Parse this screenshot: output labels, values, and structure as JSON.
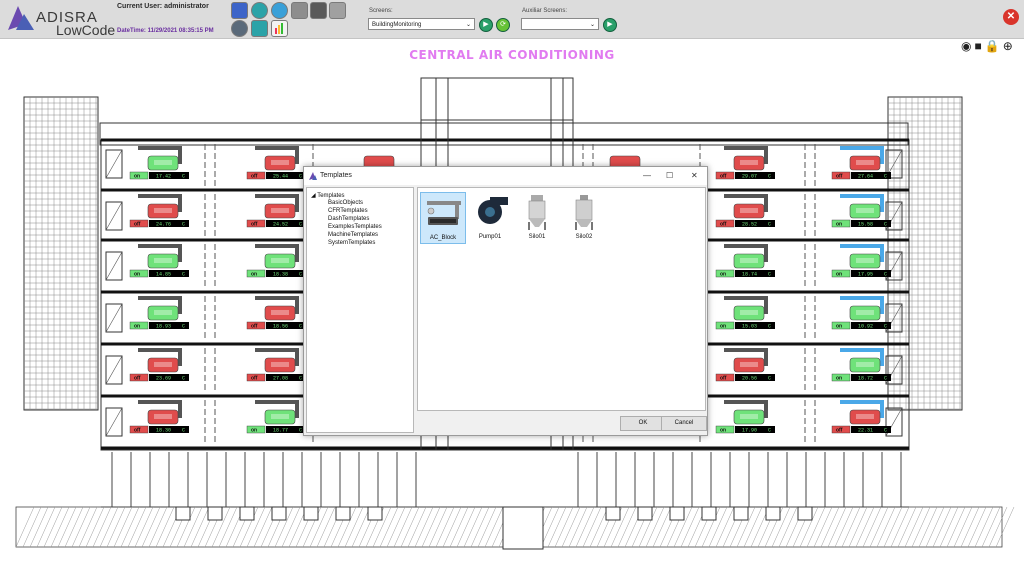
{
  "app": {
    "brand_line1": "ADISRA",
    "brand_line2": "LowCode",
    "current_user": "Current User: administrator",
    "datetime": "DateTime: 11/29/2021 08:35:15 PM"
  },
  "header": {
    "screens_label": "Screens:",
    "screens_value": "BuildingMonitoring",
    "aux_label": "Auxiliar Screens:",
    "aux_value": ""
  },
  "screen": {
    "title": "CENTRAL AIR CONDITIONING"
  },
  "units": [
    {
      "state": "on",
      "temp": "17.42",
      "unit": "C"
    },
    {
      "state": "off",
      "temp": "25.44",
      "unit": "C"
    },
    {
      "state": "off",
      "temp": "29.07",
      "unit": "C"
    },
    {
      "state": "off",
      "temp": "27.64",
      "unit": "C"
    },
    {
      "state": "off",
      "temp": "24.76",
      "unit": "C"
    },
    {
      "state": "off",
      "temp": "24.52",
      "unit": "C"
    },
    {
      "state": "off",
      "temp": "28.52",
      "unit": "C"
    },
    {
      "state": "on",
      "temp": "15.58",
      "unit": "C"
    },
    {
      "state": "on",
      "temp": "14.85",
      "unit": "C"
    },
    {
      "state": "on",
      "temp": "18.38",
      "unit": "C"
    },
    {
      "state": "on",
      "temp": "18.74",
      "unit": "C"
    },
    {
      "state": "on",
      "temp": "17.95",
      "unit": "C"
    },
    {
      "state": "on",
      "temp": "18.93",
      "unit": "C"
    },
    {
      "state": "off",
      "temp": "18.56",
      "unit": "C"
    },
    {
      "state": "on",
      "temp": "15.03",
      "unit": "C"
    },
    {
      "state": "on",
      "temp": "10.92",
      "unit": "C"
    },
    {
      "state": "off",
      "temp": "23.69",
      "unit": "C"
    },
    {
      "state": "off",
      "temp": "27.08",
      "unit": "C"
    },
    {
      "state": "off",
      "temp": "20.56",
      "unit": "C"
    },
    {
      "state": "on",
      "temp": "18.72",
      "unit": "C"
    },
    {
      "state": "off",
      "temp": "18.30",
      "unit": "C"
    },
    {
      "state": "on",
      "temp": "18.77",
      "unit": "C"
    },
    {
      "state": "on",
      "temp": "17.90",
      "unit": "C"
    },
    {
      "state": "off",
      "temp": "22.31",
      "unit": "C"
    }
  ],
  "dialog": {
    "title": "Templates",
    "tree_root": "Templates",
    "tree_items": [
      "BasicObjects",
      "CFRTemplates",
      "DashTemplates",
      "ExamplesTemplates",
      "MachineTemplates",
      "SystemTemplates"
    ],
    "tiles": [
      "AC_Block",
      "Pump01",
      "Silo01",
      "Silo02"
    ],
    "ok": "OK",
    "cancel": "Cancel"
  },
  "colors": {
    "on": "#6fe27a",
    "off": "#e04c4c",
    "title": "#e17bf0"
  }
}
